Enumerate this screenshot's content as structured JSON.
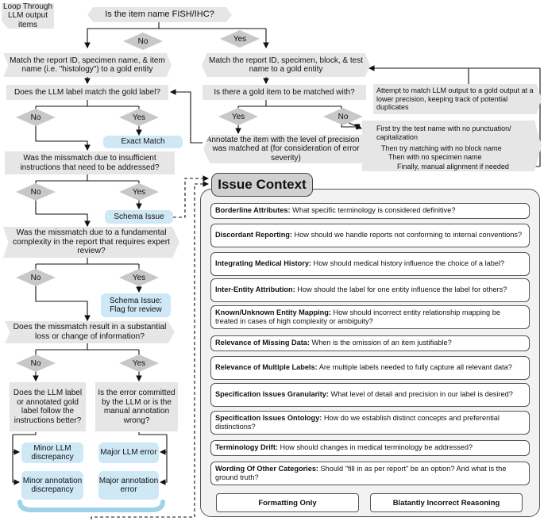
{
  "flow": {
    "loop": "Loop Through LLM output items",
    "q_fish": "Is the item name FISH/IHC?",
    "no": "No",
    "yes": "Yes",
    "match_left": "Match the report ID, specimen name, & item name (i.e. \"histology\") to a gold entity",
    "match_right": "Match the report ID, specimen, block, & test name to a gold entity",
    "q_label_match": "Does the LLM label match the gold label?",
    "q_gold_item": "Is there a gold item to be matched with?",
    "exact_match": "Exact Match",
    "annotate": "Annotate the item with the level of precision it was matched at (for consideration of error severity)",
    "attempt": "Attempt to match LLM output to a gold output at a lower precision, keeping track of potential duplicates",
    "steps": [
      "First try the test name with no punctuation/ capitalization",
      "Then try matching with no block name",
      "Then with no specimen name",
      "Finally, manual alignment if needed"
    ],
    "q_insufficient": "Was the missmatch due to insufficient instructions that need to be addressed?",
    "schema_issue": "Schema Issue",
    "q_complexity": "Was the missmatch due to a fundamental complexity in the report that requires expert review?",
    "schema_flag": "Schema Issue: Flag for review",
    "q_loss": "Does the missmatch result in a substantial loss or change of information?",
    "q_follow": "Does the LLM label or annotated gold label follow the instructions better?",
    "q_error": "Is the error committed by the LLM or is the manual annotation wrong?",
    "minor_llm": "Minor LLM discrepancy",
    "major_llm": "Major LLM error",
    "minor_ann": "Minor annotation discrepancy",
    "major_ann": "Major annotation error"
  },
  "issue_context": {
    "title": "Issue Context",
    "items": [
      {
        "term": "Borderline Attributes:",
        "text": " What specific terminology is considered definitive?"
      },
      {
        "term": "Discordant Reporting:",
        "text": " How should we handle reports not conforming to internal conventions?"
      },
      {
        "term": "Integrating Medical History:",
        "text": " How should medical history influence the choice of a label?"
      },
      {
        "term": "Inter-Entity Attribution:",
        "text": " How should the label for one entity influence the label for others?"
      },
      {
        "term": "Known/Unknown Entity Mapping:",
        "text": " How should incorrect entity relationship mapping be treated in cases of high complexity or ambiguity?"
      },
      {
        "term": "Relevance of Missing Data:",
        "text": " When is the omission of an item justifiable?"
      },
      {
        "term": "Relevance of Multiple Labels:",
        "text": " Are multiple labels needed to fully capture all relevant data?"
      },
      {
        "term": "Specification Issues Granularity:",
        "text": " What level of detail and precision in our label is desired?"
      },
      {
        "term": "Specification Issues Ontology:",
        "text": " How do we establish distinct concepts and preferential distinctions?"
      },
      {
        "term": "Terminology Drift:",
        "text": " How should changes in medical terminology be addressed?"
      },
      {
        "term": "Wording Of Other Categories:",
        "text": " Should \"fill in as per report\" be an option? And what is the ground truth?"
      }
    ],
    "buttons": [
      "Formatting Only",
      "Blatantly Incorrect Reasoning"
    ]
  }
}
